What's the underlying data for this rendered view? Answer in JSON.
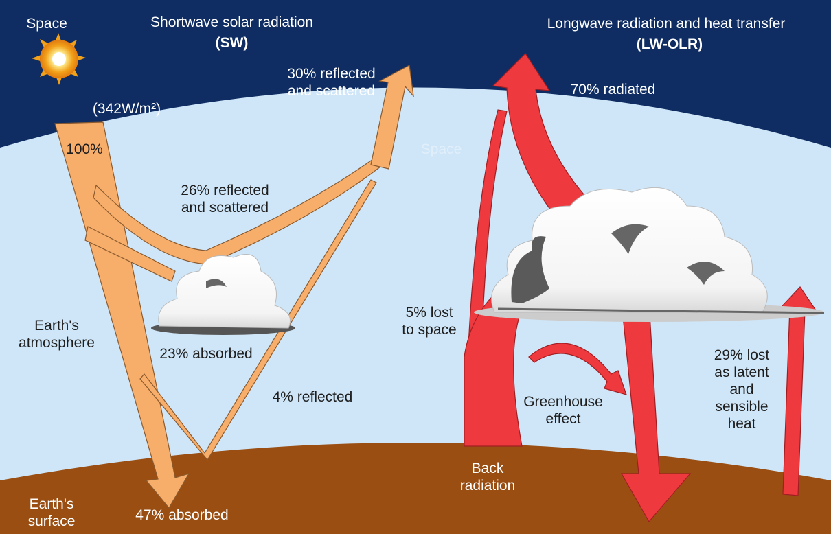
{
  "labels": {
    "space": "Space",
    "sw_title": "Shortwave solar radiation",
    "sw_abbrev": "(SW)",
    "lw_title": "Longwave radiation and heat transfer",
    "lw_abbrev": "(LW-OLR)",
    "solar_input": "(342W/m²)",
    "hundred_pct": "100%",
    "reflected_30": "30% reflected\nand scattered",
    "radiated_70": "70% radiated",
    "space_faint": "Space",
    "reflected_26": "26% reflected\nand scattered",
    "atmosphere": "Earth's\natmosphere",
    "absorbed_23": "23% absorbed",
    "reflected_4": "4% reflected",
    "lost_5": "5% lost\nto space",
    "greenhouse": "Greenhouse\neffect",
    "lost_29": "29% lost\nas latent\nand\nsensible\nheat",
    "back_radiation": "Back\nradiation",
    "surface": "Earth's\nsurface",
    "absorbed_47": "47% absorbed"
  },
  "colors": {
    "space": "#0f2d62",
    "atmosphere": "#cfe6f8",
    "surface": "#9a4e12",
    "shortwave": "#f8ae6b",
    "longwave": "#ee3a3f",
    "sun": "#f2a11a",
    "cloud": "#ffffff"
  }
}
